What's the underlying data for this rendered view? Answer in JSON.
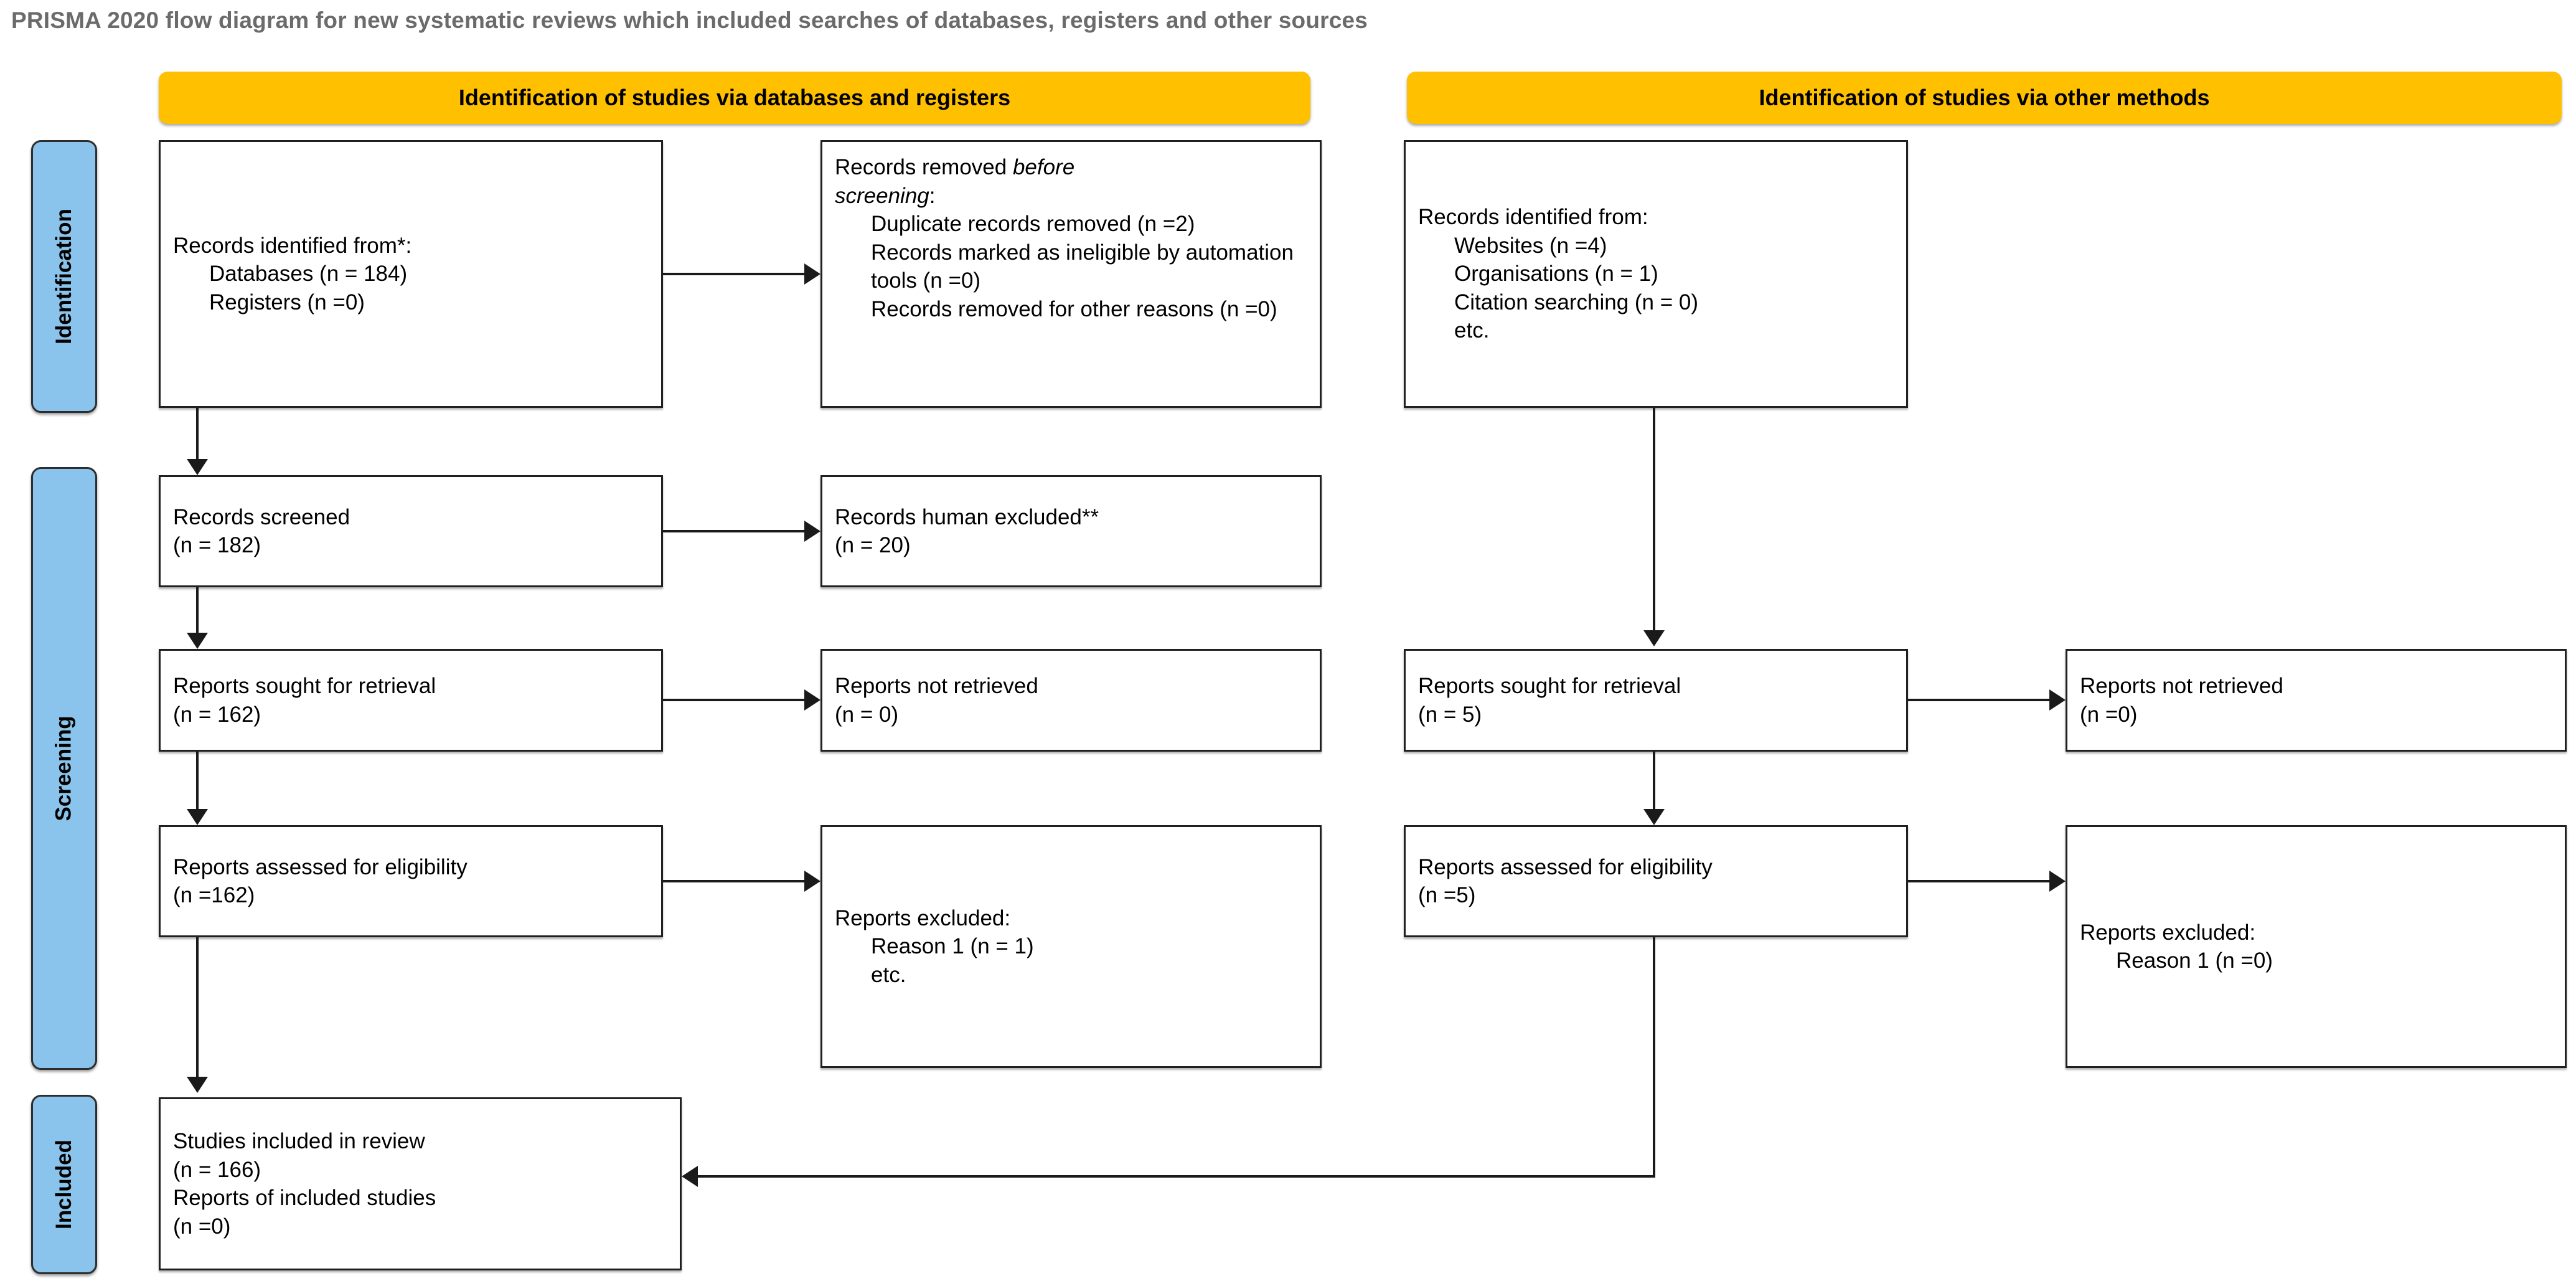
{
  "title": "PRISMA 2020 flow diagram for new systematic reviews which included searches of databases, registers and other sources",
  "colors": {
    "header_bar": "#FFC000",
    "stage_label": "#8AC4EC",
    "box_border": "#202020",
    "title_text": "#6B6B6B",
    "connector": "#1A1A1A"
  },
  "headers": {
    "databases": "Identification of studies via databases and registers",
    "other": "Identification of studies via other methods"
  },
  "stages": {
    "identification": "Identification",
    "screening": "Screening",
    "included": "Included"
  },
  "boxes": {
    "records_identified": {
      "lines": [
        {
          "text": "Records identified from*:",
          "indent": false,
          "italic": false
        },
        {
          "text": "Databases (n = 184)",
          "indent": true,
          "italic": false
        },
        {
          "text": "Registers (n =0)",
          "indent": true,
          "italic": false
        }
      ]
    },
    "records_removed": {
      "lines": [
        {
          "text": "Records removed ",
          "indent": false,
          "italic": false,
          "trail_italic": "before"
        },
        {
          "text": "screening",
          "indent": false,
          "italic": true,
          "trail": ":"
        },
        {
          "text": "Duplicate records removed (n =2)",
          "indent": true,
          "italic": false,
          "wrap": true
        },
        {
          "text": "Records marked as ineligible by automation tools (n =0)",
          "indent": true,
          "italic": false,
          "wrap": true
        },
        {
          "text": "Records removed for other reasons (n =0)",
          "indent": true,
          "italic": false,
          "wrap": true
        }
      ]
    },
    "records_screened": {
      "lines": [
        {
          "text": "Records screened",
          "indent": false,
          "italic": false
        },
        {
          "text": "(n = 182)",
          "indent": false,
          "italic": false
        }
      ]
    },
    "records_excluded": {
      "lines": [
        {
          "text": "Records human excluded**",
          "indent": false,
          "italic": false
        },
        {
          "text": "(n = 20)",
          "indent": false,
          "italic": false
        }
      ]
    },
    "reports_sought_db": {
      "lines": [
        {
          "text": "Reports sought for retrieval",
          "indent": false,
          "italic": false
        },
        {
          "text": "(n = 162)",
          "indent": false,
          "italic": false
        }
      ]
    },
    "reports_not_retrieved_db": {
      "lines": [
        {
          "text": "Reports not retrieved",
          "indent": false,
          "italic": false
        },
        {
          "text": "(n = 0)",
          "indent": false,
          "italic": false
        }
      ]
    },
    "reports_assessed_db": {
      "lines": [
        {
          "text": "Reports assessed for eligibility",
          "indent": false,
          "italic": false
        },
        {
          "text": "(n =162)",
          "indent": false,
          "italic": false
        }
      ]
    },
    "reports_excluded_db": {
      "lines": [
        {
          "text": "Reports excluded:",
          "indent": false,
          "italic": false
        },
        {
          "text": "Reason 1 (n = 1)",
          "indent": true,
          "italic": false
        },
        {
          "text": "etc.",
          "indent": true,
          "italic": false
        }
      ]
    },
    "records_identified_other": {
      "lines": [
        {
          "text": "Records identified from:",
          "indent": false,
          "italic": false
        },
        {
          "text": "Websites (n =4)",
          "indent": true,
          "italic": false
        },
        {
          "text": "Organisations (n = 1)",
          "indent": true,
          "italic": false
        },
        {
          "text": "Citation searching (n = 0)",
          "indent": true,
          "italic": false
        },
        {
          "text": "etc.",
          "indent": true,
          "italic": false
        }
      ]
    },
    "reports_sought_other": {
      "lines": [
        {
          "text": "Reports sought for retrieval",
          "indent": false,
          "italic": false
        },
        {
          "text": "(n = 5)",
          "indent": false,
          "italic": false
        }
      ]
    },
    "reports_not_retrieved_other": {
      "lines": [
        {
          "text": "Reports not retrieved",
          "indent": false,
          "italic": false
        },
        {
          "text": "(n =0)",
          "indent": false,
          "italic": false
        }
      ]
    },
    "reports_assessed_other": {
      "lines": [
        {
          "text": "Reports assessed for eligibility",
          "indent": false,
          "italic": false
        },
        {
          "text": "(n =5)",
          "indent": false,
          "italic": false
        }
      ]
    },
    "reports_excluded_other": {
      "lines": [
        {
          "text": "Reports excluded:",
          "indent": false,
          "italic": false
        },
        {
          "text": "Reason 1 (n =0)",
          "indent": true,
          "italic": false
        }
      ]
    },
    "studies_included": {
      "lines": [
        {
          "text": "Studies included in review",
          "indent": false,
          "italic": false
        },
        {
          "text": "(n = 166)",
          "indent": false,
          "italic": false
        },
        {
          "text": "Reports of included studies",
          "indent": false,
          "italic": false
        },
        {
          "text": "(n =0)",
          "indent": false,
          "italic": false
        }
      ]
    }
  }
}
